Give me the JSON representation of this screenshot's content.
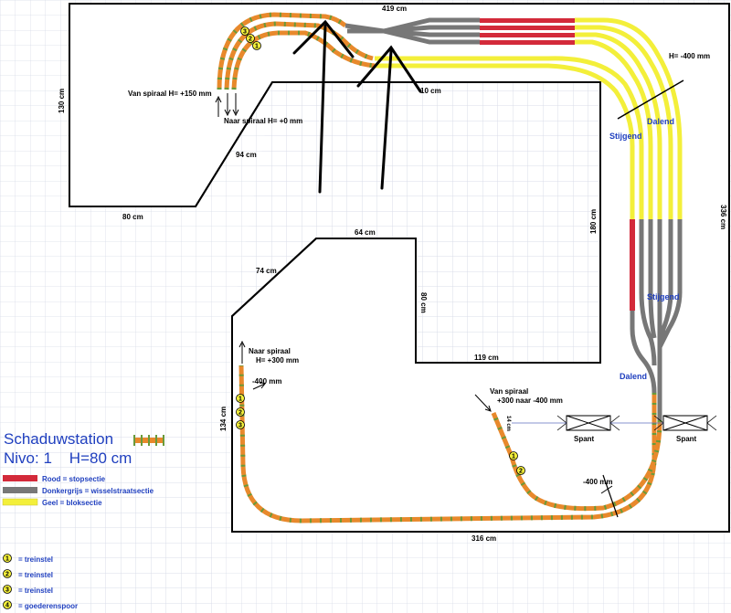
{
  "dimensions": {
    "top_width": "419 cm",
    "left_height": "130 cm",
    "bottom_left_width": "80 cm",
    "diagonal": "94 cm",
    "inner_gap": "10 cm",
    "right_height": "336 cm",
    "inner_right_height": "180 cm",
    "notch_top": "64 cm",
    "notch_diagonal": "74 cm",
    "notch_depth": "80 cm",
    "notch_bottom": "119 cm",
    "lower_left_height": "134 cm",
    "bottom_width": "316 cm",
    "small_dim": "14 cm"
  },
  "notes": {
    "van_spiraal_150": "Van spiraal H= +150 mm",
    "naar_spiraal_0": "Naar spiraal H= +0 mm",
    "h_minus_400_top": "H= -400 mm",
    "naar_spiraal_300_line1": "Naar spiraal",
    "naar_spiraal_300_line2": "H= +300 mm",
    "minus_400_left": "-400 mm",
    "van_spiraal_line1": "Van spiraal",
    "van_spiraal_line2": "+300 naar -400 mm",
    "minus_400_bottom": "-400 mm",
    "spant_1": "Spant",
    "spant_2": "Spant"
  },
  "directions": {
    "stijgend_1": "Stijgend",
    "dalend_1": "Dalend",
    "stijgend_2": "Stijgend",
    "dalend_2": "Dalend"
  },
  "title": {
    "line1": "Schaduwstation",
    "line2": "Nivo: 1    H=80 cm"
  },
  "legend": [
    {
      "label": "Rood = stopsectie",
      "color": "#d32a3a"
    },
    {
      "label": "Donkergrijs = wisselstraatsectie",
      "color": "#777777"
    },
    {
      "label": "Geel = bloksectie",
      "color": "#f3ef3a"
    }
  ],
  "numbered_legend": [
    {
      "num": "1",
      "label": "= treinstel"
    },
    {
      "num": "2",
      "label": "= treinstel"
    },
    {
      "num": "3",
      "label": "= treinstel"
    },
    {
      "num": "4",
      "label": "= goederenspoor"
    }
  ],
  "track_markers_top": [
    "3",
    "2",
    "1"
  ],
  "track_markers_left": [
    "1",
    "2",
    "3"
  ],
  "track_markers_bottom": [
    "1",
    "2"
  ],
  "colors": {
    "orange": "#e8892c",
    "green_tie": "#6a9a3a",
    "red": "#d32a3a",
    "grey": "#777777",
    "yellow": "#f3ef3a",
    "grid": "#d8dce8",
    "label_blue": "#1f3fbf"
  }
}
